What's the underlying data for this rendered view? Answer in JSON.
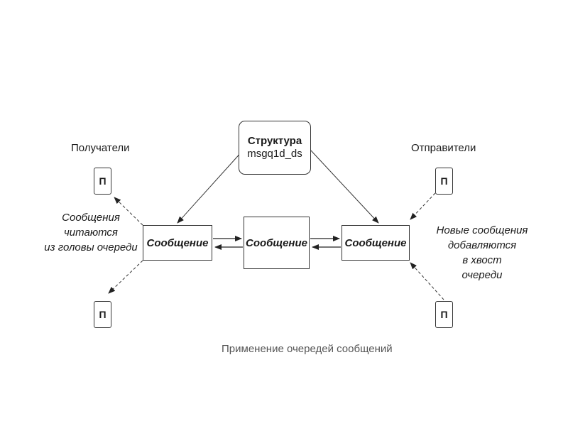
{
  "structure": {
    "title": "Структура",
    "name": "msgq1d_ds"
  },
  "messages": {
    "left": "Сообщение",
    "center": "Сообщение",
    "right": "Сообщение"
  },
  "labels": {
    "receivers": "Получатели",
    "senders": "Отправители"
  },
  "process_box_label": "П",
  "notes": {
    "read_from_head": [
      "Сообщения",
      "читаются",
      "из головы очереди"
    ],
    "added_to_tail": [
      "Новые сообщения",
      "добавляются",
      "в хвост",
      "очереди"
    ]
  },
  "caption": "Применение очередей сообщений"
}
